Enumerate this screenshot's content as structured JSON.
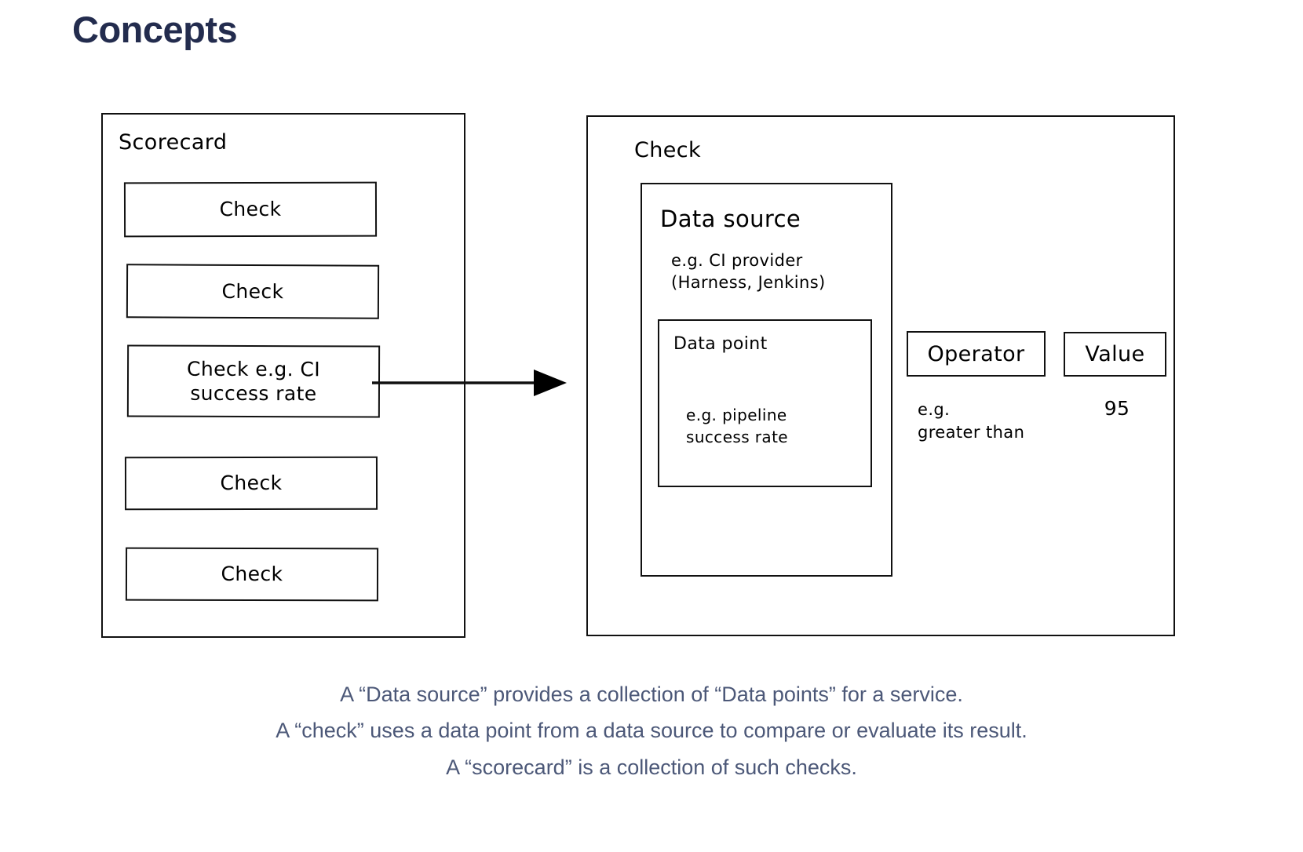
{
  "page": {
    "title": "Concepts",
    "title_color": "#232c4e",
    "background": "#ffffff"
  },
  "diagram": {
    "stroke_color": "#111111",
    "scorecard": {
      "title": "Scorecard",
      "checks": [
        {
          "label": "Check"
        },
        {
          "label": "Check"
        },
        {
          "label": "Check e.g. CI\nsuccess rate"
        },
        {
          "label": "Check"
        },
        {
          "label": "Check"
        }
      ]
    },
    "arrow": {
      "name": "arrow-right",
      "from": "scorecard-check-3",
      "to": "check-panel"
    },
    "check": {
      "title": "Check",
      "data_source": {
        "title": "Data source",
        "example": "e.g. CI provider\n(Harness, Jenkins)",
        "data_point": {
          "title": "Data point",
          "example": "e.g. pipeline\nsuccess rate"
        }
      },
      "operator": {
        "label": "Operator",
        "example": "e.g.\ngreater than"
      },
      "value": {
        "label": "Value",
        "example": "95"
      }
    }
  },
  "caption": {
    "color": "#4c5878",
    "lines": [
      "A “Data source” provides a collection of “Data points” for a service.",
      "A “check” uses a data point from a data source to compare or evaluate its result.",
      "A “scorecard” is a collection of such checks."
    ]
  }
}
